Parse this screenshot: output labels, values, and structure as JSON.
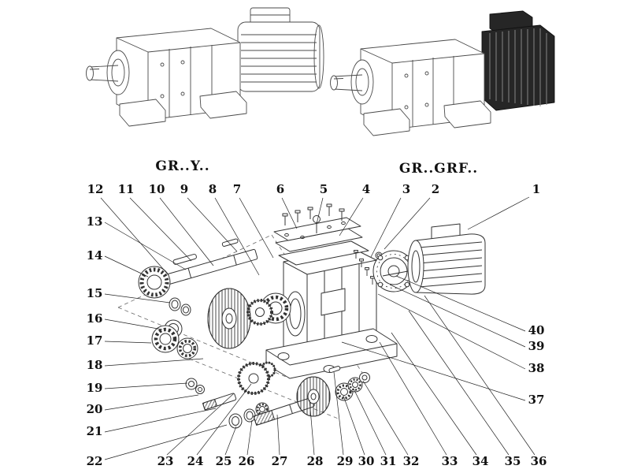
{
  "appearance": {
    "background": "#ffffff",
    "line_color": "#333333",
    "dark_cover_color": "#262626"
  },
  "views": {
    "left": {
      "label": "GR..Y.."
    },
    "right": {
      "label": "GR..GRF.."
    }
  },
  "diagram": {
    "callouts": {
      "top": [
        "12",
        "11",
        "10",
        "9",
        "8",
        "7",
        "6",
        "5",
        "4",
        "3",
        "2",
        "1"
      ],
      "left": [
        "13",
        "14",
        "15",
        "16",
        "17",
        "18",
        "19",
        "20",
        "21",
        "22"
      ],
      "bottom": [
        "23",
        "24",
        "25",
        "26",
        "27",
        "28",
        "29",
        "30",
        "31",
        "32",
        "33",
        "34",
        "35",
        "36"
      ],
      "right": [
        "40",
        "39",
        "38",
        "37"
      ]
    }
  }
}
